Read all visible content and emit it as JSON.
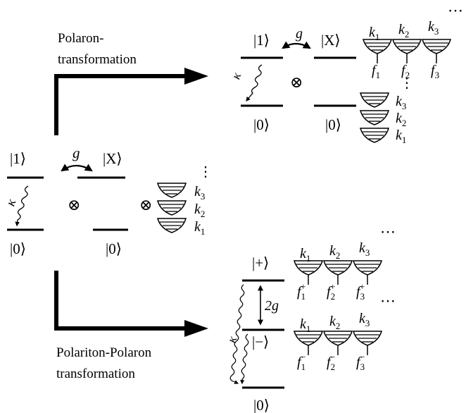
{
  "captions": {
    "top_line1": "Polaron-",
    "top_line2": "transformation",
    "bottom_line1": "Polariton-Polaron",
    "bottom_line2": "transformation"
  },
  "symbols": {
    "ket_excited": "|1⟩",
    "ket_ground": "|0⟩",
    "ket_exciton": "|X⟩",
    "ket_plus": "|+⟩",
    "ket_minus": "|−⟩",
    "coupling": "g",
    "double_coupling": "2g",
    "decay": "κ",
    "tensor": "⊗",
    "ellipsis_v": "⋮",
    "ellipsis_h": "⋯"
  },
  "modes": {
    "k": [
      "k",
      "k",
      "k"
    ],
    "k_sub": [
      "1",
      "2",
      "3"
    ],
    "f_sub": [
      "1",
      "2",
      "3"
    ],
    "f": "f",
    "plus_sup": "+",
    "minus_sup": "−"
  },
  "colors": {
    "ink": "#000000",
    "background": "#ffffff"
  }
}
